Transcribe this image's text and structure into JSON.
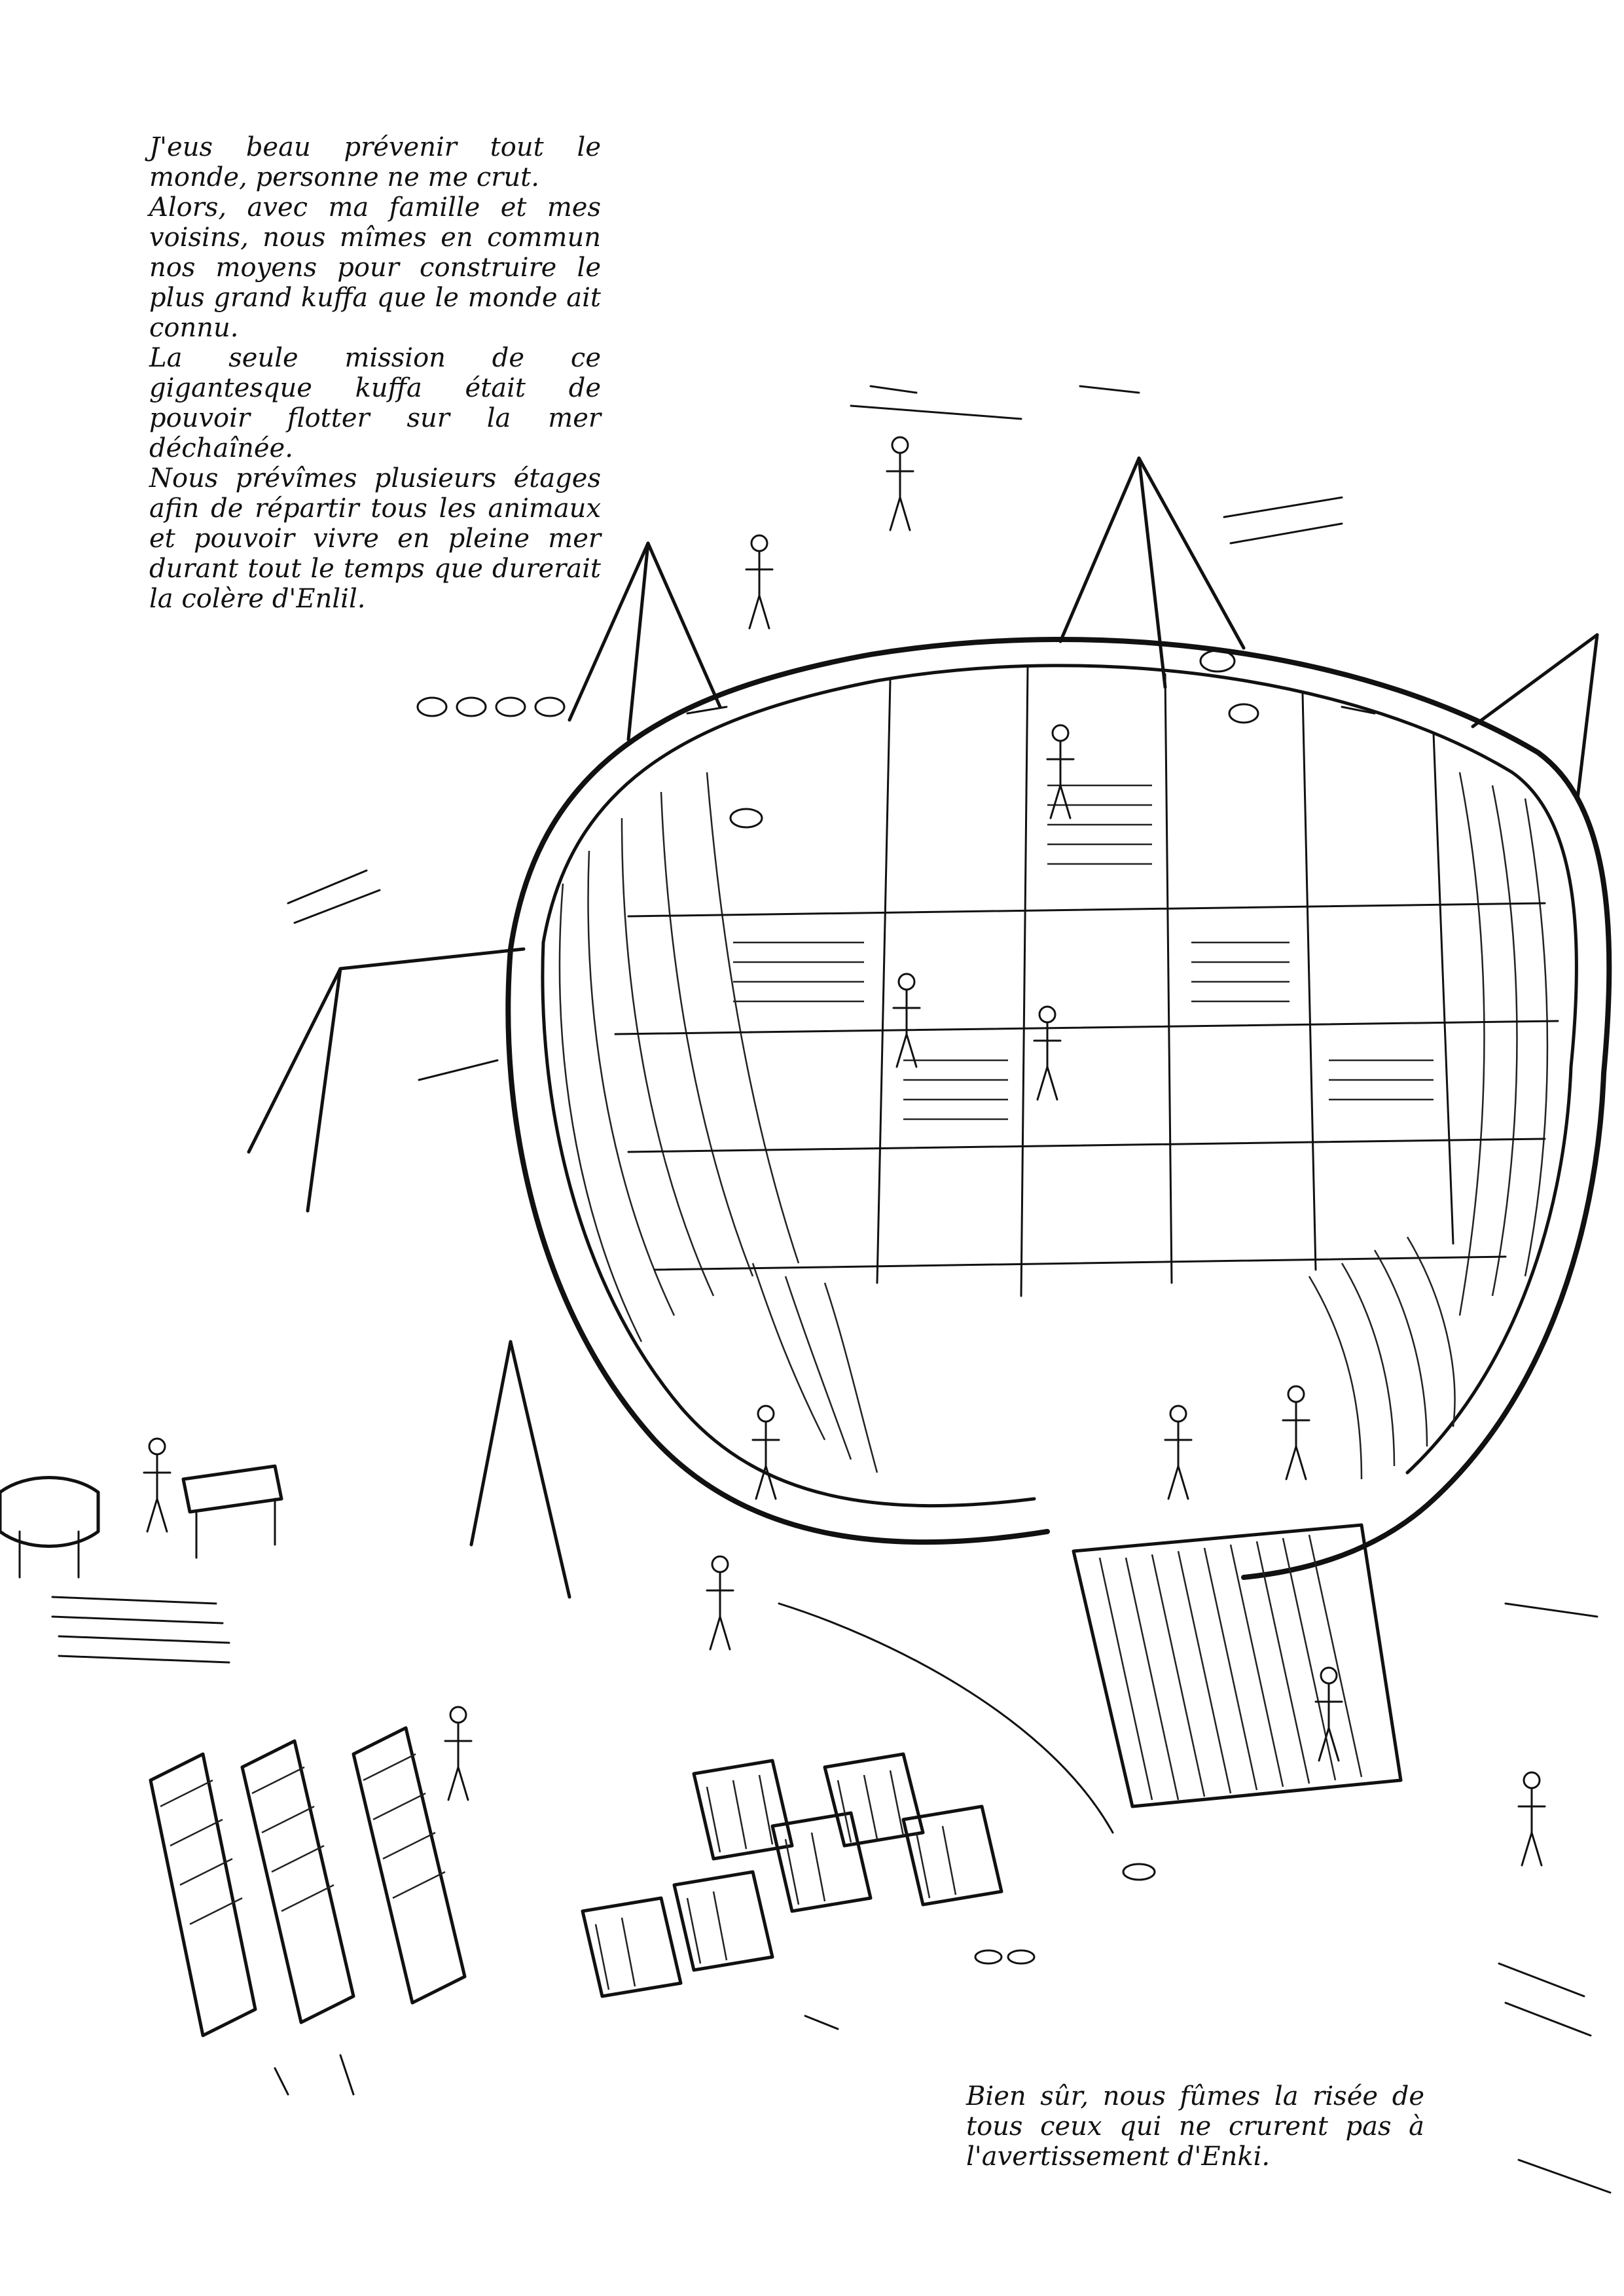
{
  "captions": {
    "top": [
      "J'eus beau prévenir tout le monde, personne ne me crut.",
      "Alors, avec ma famille et mes voisins, nous mîmes en commun nos moyens pour construire le plus grand kuffa que le monde ait connu.",
      "La seule mission de ce gigantesque kuffa était de pouvoir flotter sur la mer déchaînée.",
      "Nous prévîmes plusieurs étages afin de répartir tous les animaux et pouvoir vivre en pleine mer durant tout le temps que durerait la colère d'Enlil."
    ],
    "bottom": [
      "Bien sûr, nous fûmes la risée de tous ceux qui ne crurent pas à l'avertissement d'Enki."
    ]
  },
  "colors": {
    "ink": "#111111",
    "paper": "#ffffff"
  }
}
